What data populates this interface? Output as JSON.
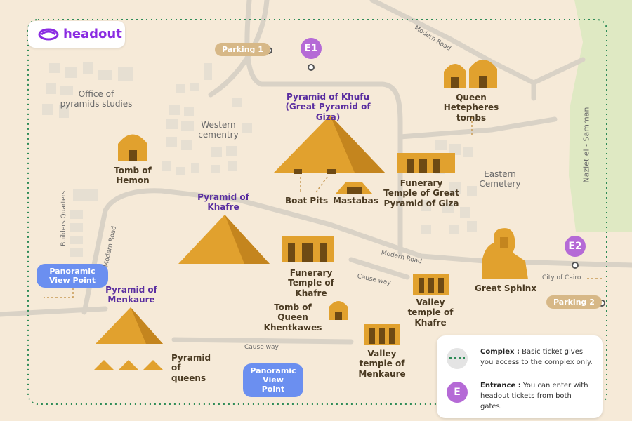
{
  "brand": {
    "name": "headout",
    "logo_icon": "headout-logo-icon"
  },
  "colors": {
    "background": "#f6ead8",
    "boundary": "#2e8b57",
    "green_area": "#dfe9c3",
    "road": "#d9d2c6",
    "accent": "#b56ad6",
    "pill": "#d7b887",
    "panoramic": "#6b8ff0"
  },
  "parking": {
    "p1": "Parking 1",
    "p2": "Parking 2"
  },
  "gates": {
    "e1": "E1",
    "e2": "E2"
  },
  "panoramic": {
    "left": "Panoramic View Point",
    "bottom": "Panoramic View Point"
  },
  "roads": {
    "modern_top": "Modern Road",
    "modern_left": "Modern Road",
    "modern_center": "Modern Road",
    "cause_way_1": "Cause way",
    "cause_way_2": "Cause way",
    "builders": "Builders Quarters",
    "nazlet": "Nazlet el - Samman",
    "city_of_cairo": "City of Cairo"
  },
  "areas": {
    "office": "Office of pyramids studies",
    "western": "Western cementry",
    "eastern": "Eastern Cemetery"
  },
  "landmarks": {
    "khufu": "Pyramid of Khufu (Great Pyramid of Giza)",
    "khafre": "Pyramid of Khafre",
    "menkaure": "Pyramid of Menkaure",
    "queen_hetepheres": "Queen Hetepheres tombs",
    "tomb_hemon": "Tomb of Hemon",
    "boat_pits": "Boat Pits",
    "mastabas": "Mastabas",
    "funerary_great": "Funerary Temple of Great Pyramid of Giza",
    "funerary_khafre": "Funerary Temple of Khafre",
    "great_sphinx": "Great Sphinx",
    "valley_khafre": "Valley temple of Khafre",
    "tomb_queen_khentkawes": "Tomb of Queen Khentkawes",
    "valley_menkaure": "Valley temple of Menkaure",
    "pyramid_queens": "Pyramid of queens"
  },
  "legend": {
    "complex_title": "Complex :",
    "complex_text": "Basic ticket gives you access to the complex only.",
    "entrance_icon": "E",
    "entrance_title": "Entrance :",
    "entrance_text": "You can enter with headout tickets from both gates."
  }
}
